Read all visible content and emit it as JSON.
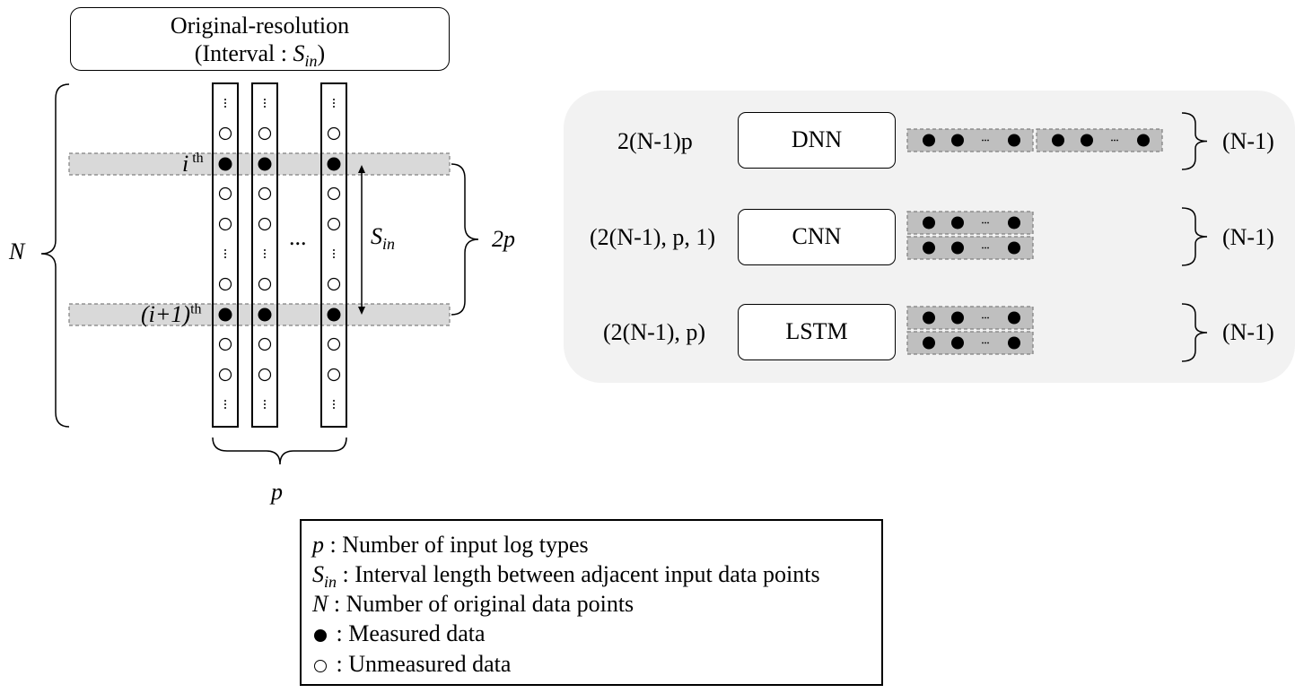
{
  "title": {
    "line1": "Original-resolution",
    "line2_prefix": "(Interval : ",
    "line2_var": "S",
    "line2_sub": "in",
    "line2_suffix": ")"
  },
  "left_diagram": {
    "n_label": "N",
    "row_i_label": "i",
    "row_i_sup": "th",
    "row_i1_label": "(i+1)",
    "row_i1_sup": "th",
    "columns_gap_ellipsis": "...",
    "interval_label_var": "S",
    "interval_label_sub": "in",
    "two_p_label": "2p",
    "p_label": "p"
  },
  "models": [
    {
      "input_shape": "2(N-1)p",
      "name": "DNN",
      "output": "(N-1)"
    },
    {
      "input_shape": "(2(N-1), p, 1)",
      "name": "CNN",
      "output": "(N-1)"
    },
    {
      "input_shape": "(2(N-1), p)",
      "name": "LSTM",
      "output": "(N-1)"
    }
  ],
  "legend": {
    "p_var": "p",
    "p_text": " : Number of input log types",
    "s_var": "S",
    "s_sub": "in",
    "s_text": " : Interval length between adjacent input data points",
    "n_var": "N",
    "n_text": " : Number of original data points",
    "measured_text": " : Measured data",
    "unmeasured_text": " : Unmeasured data"
  },
  "colors": {
    "band": "#d9d9d9",
    "panel": "#f2f2f2",
    "line": "#000000"
  }
}
